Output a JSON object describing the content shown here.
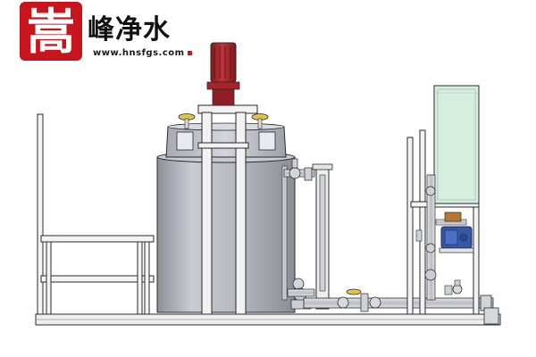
{
  "logo": {
    "seal_char": "嵩",
    "company_name": "峰净水",
    "website": "www.hnsfgs.com"
  },
  "colors": {
    "brand_red": "#c8151d",
    "tank_gray": "#b9bcc4",
    "frame_white": "#f2f2f2",
    "motor_red": "#a8242a",
    "cabinet_green": "#d6eee0",
    "pump_blue": "#3557a6",
    "valve_yellow": "#e0c34a",
    "pipe_gray": "#c9ccd2",
    "outline": "#2a2a2a"
  }
}
